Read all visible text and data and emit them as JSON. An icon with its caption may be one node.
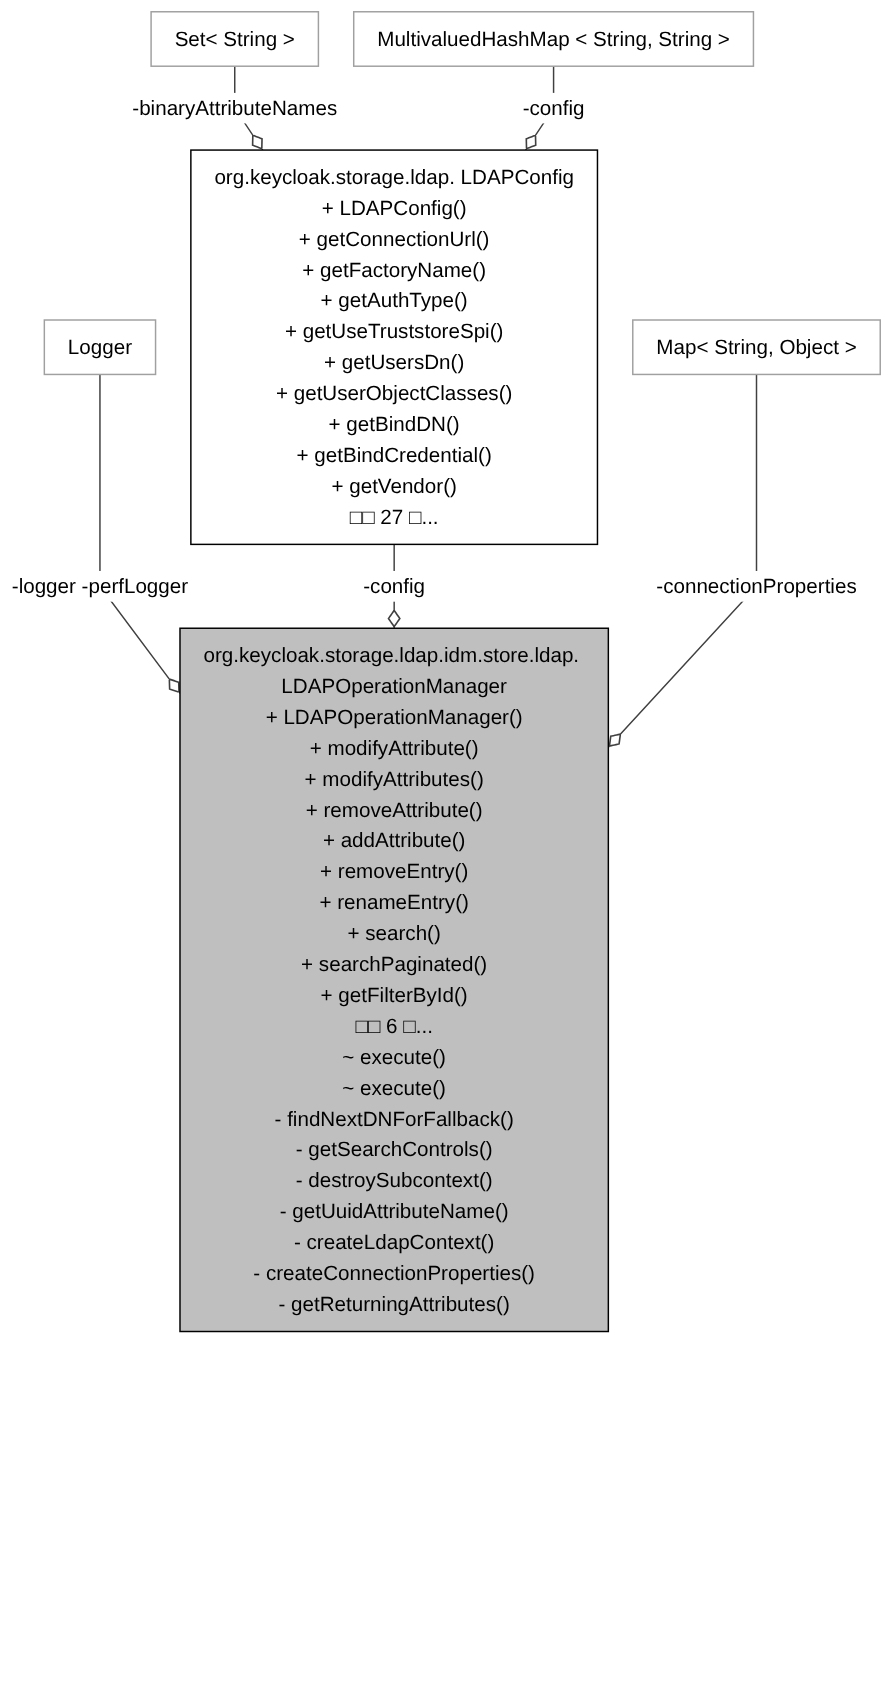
{
  "diagram": {
    "nodes": [
      {
        "text": [
          "Set< String >"
        ]
      },
      {
        "text": [
          "MultivaluedHashMap < String, String >"
        ]
      },
      {
        "text": [
          "org.keycloak.storage.ldap. LDAPConfig",
          "+ LDAPConfig()",
          "+ getConnectionUrl()",
          "+ getFactoryName()",
          "+ getAuthType()",
          "+ getUseTruststoreSpi()",
          "+ getUsersDn()",
          "+ getUserObjectClasses()",
          "+ getBindDN()",
          "+ getBindCredential()",
          "+ getVendor()",
          "□□ 27 □..."
        ]
      },
      {
        "text": [
          "Logger"
        ]
      },
      {
        "text": [
          "Map< String, Object >"
        ]
      },
      {
        "text": [
          "org.keycloak.storage.ldap.idm.store.ldap. LDAPOperationManager",
          "+ LDAPOperationManager()",
          "+ modifyAttribute()",
          "+ modifyAttributes()",
          "+ removeAttribute()",
          "+ addAttribute()",
          "+ removeEntry()",
          "+ renameEntry()",
          "+ search()",
          "+ searchPaginated()",
          "+ getFilterById()",
          "□□ 6 □...",
          "~ execute()",
          "~ execute()",
          "- findNextDNForFallback()",
          "- getSearchControls()",
          "- destroySubcontext()",
          "- getUuidAttributeName()",
          "- createLdapContext()",
          "- createConnectionProperties()",
          "- getReturningAttributes()"
        ]
      }
    ],
    "edges": [
      {
        "from": 0,
        "to": 2,
        "label": "-binaryAttributeNames",
        "arrow": "other"
      },
      {
        "from": 1,
        "to": 2,
        "label": "-config",
        "arrow": "other"
      },
      {
        "from": 3,
        "to": 5,
        "label": "-logger -perfLogger",
        "arrow": "other"
      },
      {
        "from": 2,
        "to": 5,
        "label": "-config",
        "arrow": "other"
      },
      {
        "from": 4,
        "to": 5,
        "label": "-connectionProperties",
        "arrow": "other"
      }
    ]
  }
}
